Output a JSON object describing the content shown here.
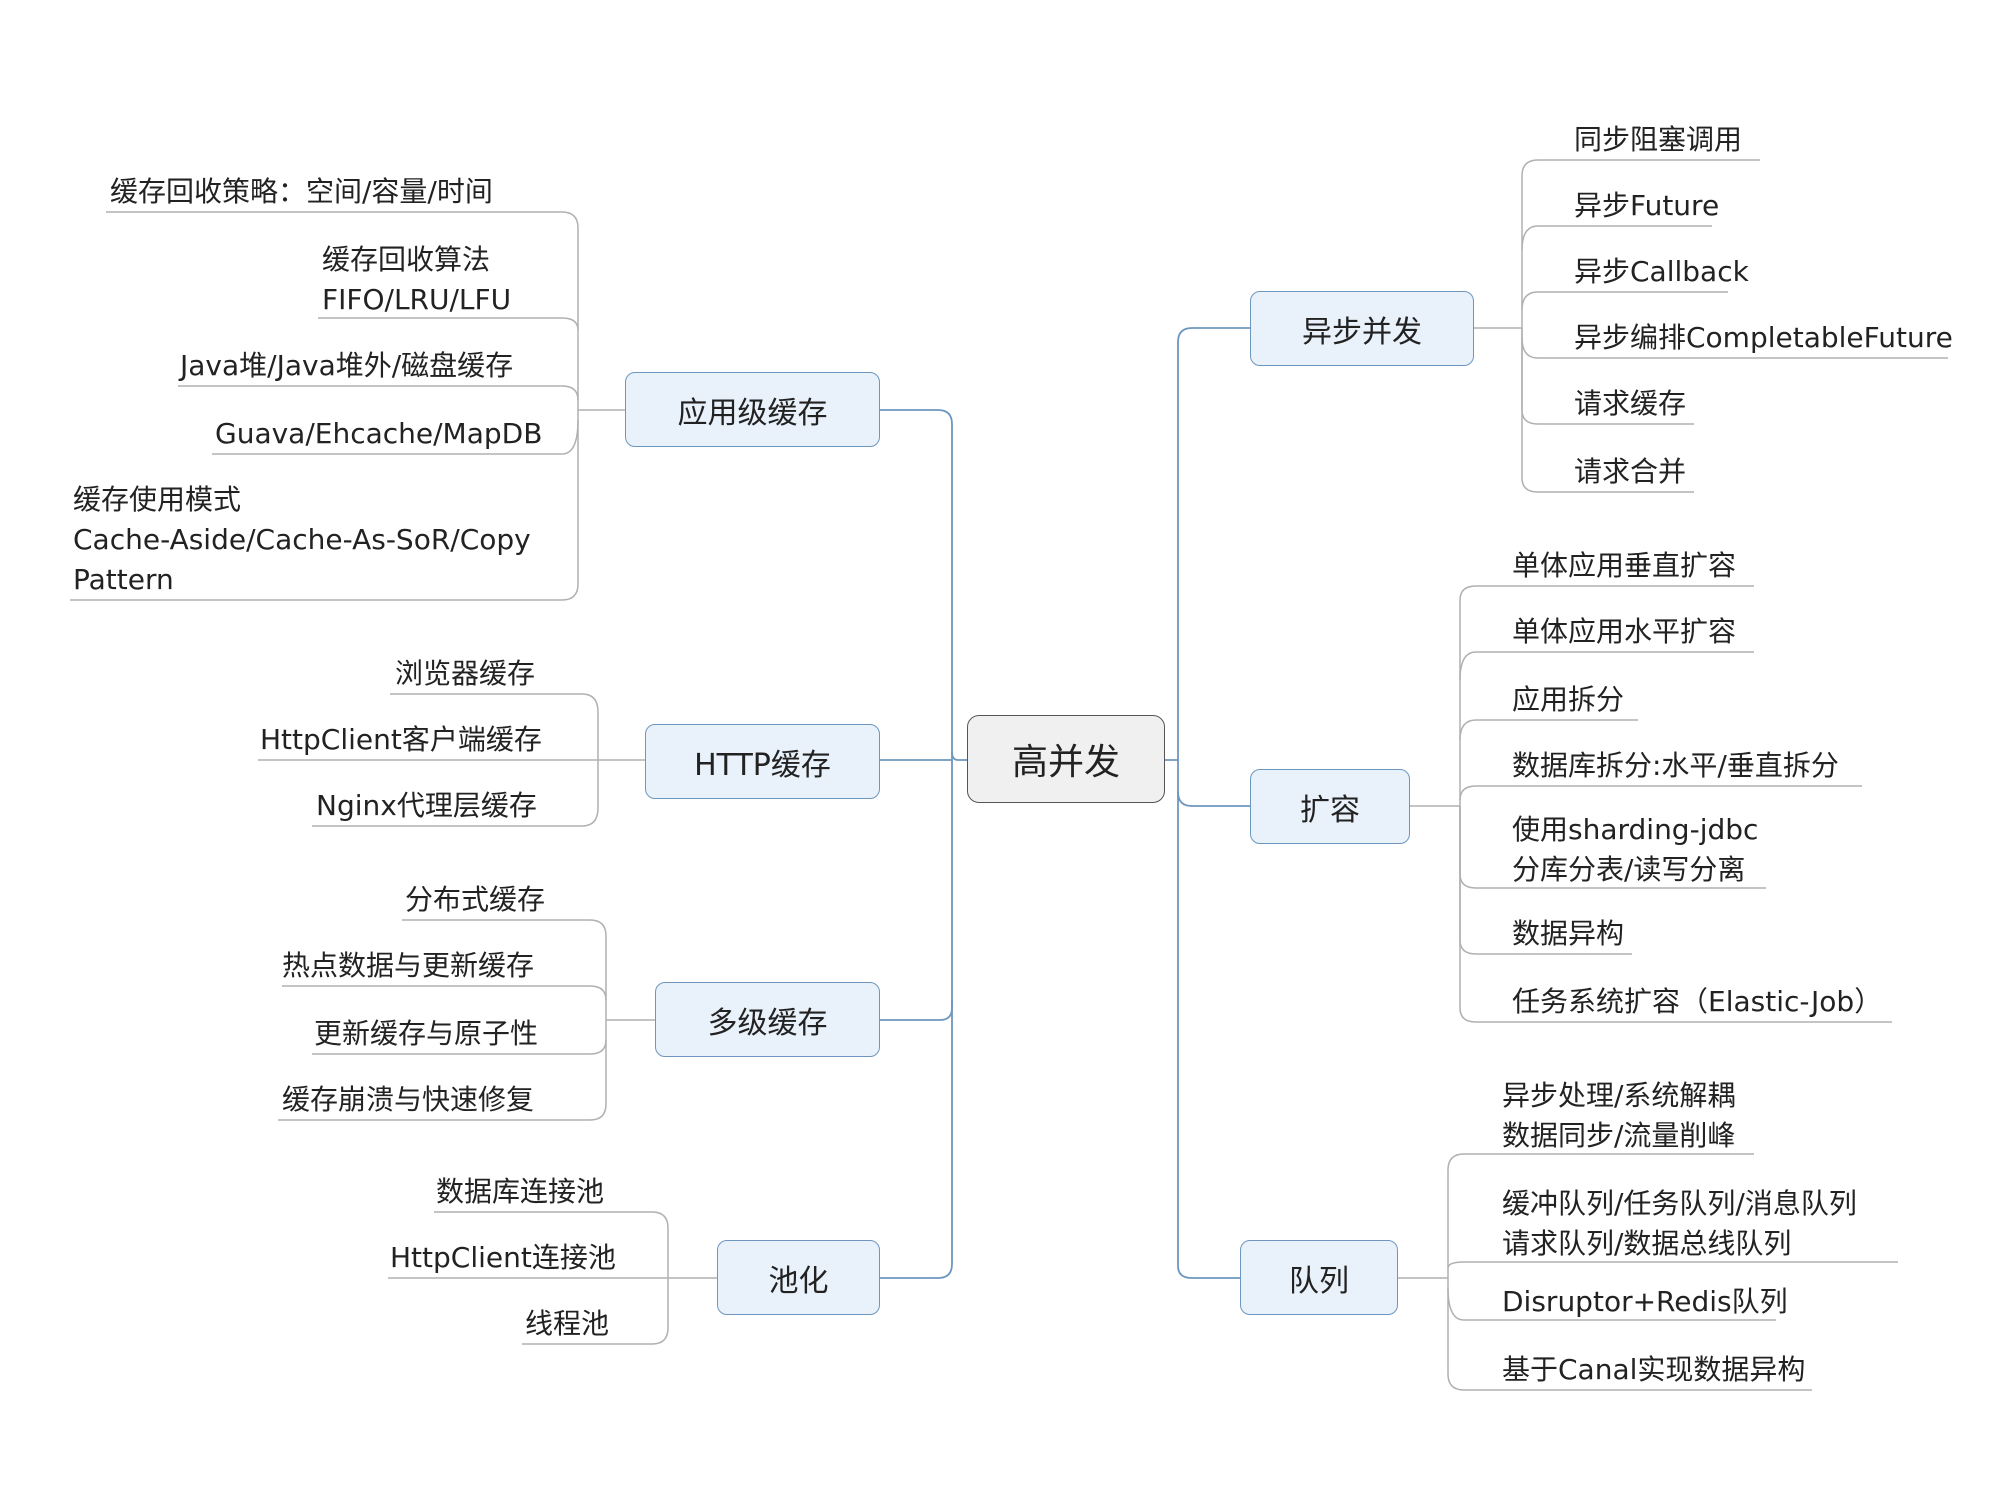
{
  "root": {
    "label": "高并发"
  },
  "branches": {
    "app_cache": {
      "label": "应用级缓存",
      "leaves": [
        [
          "缓存回收策略：空间/容量/时间"
        ],
        [
          "缓存回收算法",
          "FIFO/LRU/LFU"
        ],
        [
          "Java堆/Java堆外/磁盘缓存"
        ],
        [
          "Guava/Ehcache/MapDB"
        ],
        [
          "缓存使用模式",
          "Cache-Aside/Cache-As-SoR/Copy",
          "Pattern"
        ]
      ]
    },
    "http_cache": {
      "label": "HTTP缓存",
      "leaves": [
        [
          "浏览器缓存"
        ],
        [
          "HttpClient客户端缓存"
        ],
        [
          "Nginx代理层缓存"
        ]
      ]
    },
    "multi_cache": {
      "label": "多级缓存",
      "leaves": [
        [
          "分布式缓存"
        ],
        [
          "热点数据与更新缓存"
        ],
        [
          "更新缓存与原子性"
        ],
        [
          "缓存崩溃与快速修复"
        ]
      ]
    },
    "pooling": {
      "label": "池化",
      "leaves": [
        [
          "数据库连接池"
        ],
        [
          "HttpClient连接池"
        ],
        [
          "线程池"
        ]
      ]
    },
    "async": {
      "label": "异步并发",
      "leaves": [
        [
          "同步阻塞调用"
        ],
        [
          "异步Future"
        ],
        [
          "异步Callback"
        ],
        [
          "异步编排CompletableFuture"
        ],
        [
          "请求缓存"
        ],
        [
          "请求合并"
        ]
      ]
    },
    "scale": {
      "label": "扩容",
      "leaves": [
        [
          "单体应用垂直扩容"
        ],
        [
          "单体应用水平扩容"
        ],
        [
          "应用拆分"
        ],
        [
          "数据库拆分:水平/垂直拆分"
        ],
        [
          "使用sharding-jdbc",
          "分库分表/读写分离"
        ],
        [
          "数据异构"
        ],
        [
          "任务系统扩容（Elastic-Job）"
        ]
      ]
    },
    "queue": {
      "label": "队列",
      "leaves": [
        [
          "异步处理/系统解耦",
          "数据同步/流量削峰"
        ],
        [
          "缓冲队列/任务队列/消息队列",
          "请求队列/数据总线队列"
        ],
        [
          "Disruptor+Redis队列"
        ],
        [
          "基于Canal实现数据异构"
        ]
      ]
    }
  }
}
